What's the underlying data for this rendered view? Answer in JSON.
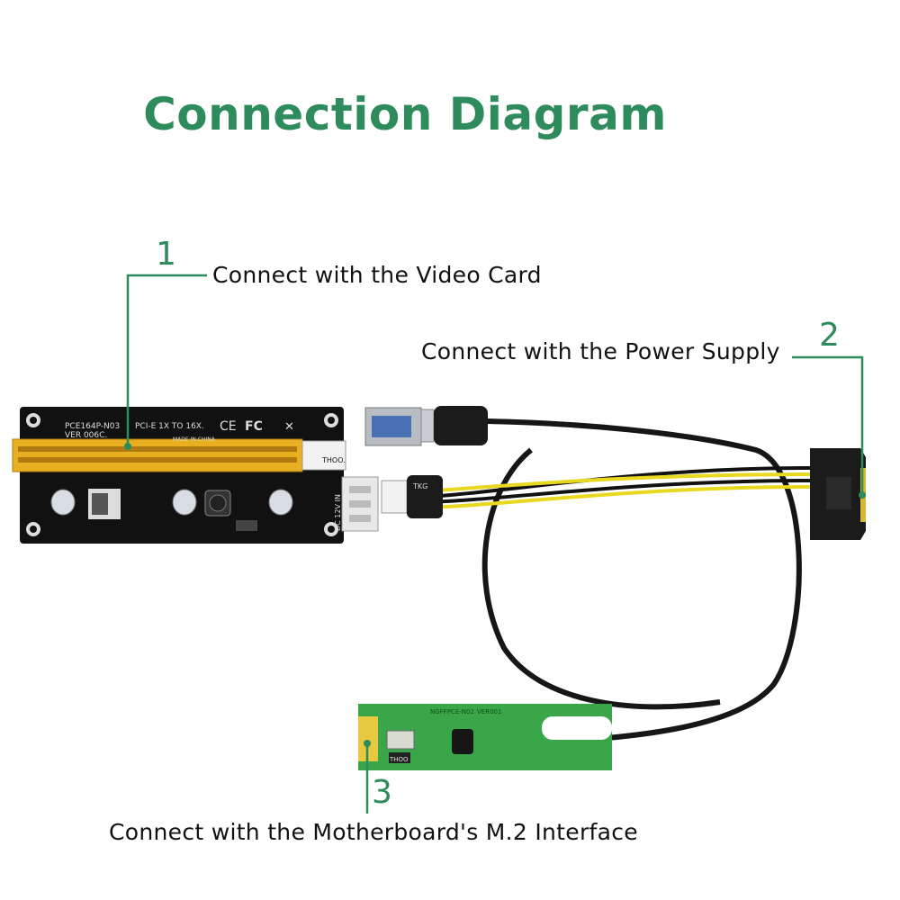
{
  "title": "Connection Diagram",
  "callouts": [
    {
      "number": "1",
      "label": "Connect with the Video Card"
    },
    {
      "number": "2",
      "label": "Connect with the Power Supply"
    },
    {
      "number": "3",
      "label": "Connect with the Motherboard's M.2 Interface"
    }
  ],
  "riser_board": {
    "model": "PCE164P-N03",
    "version": "VER 006C.",
    "slot": "PCI-E 1X TO 16X.",
    "ce_mark": "CE",
    "fc_mark": "FC",
    "made_in": "MADE IN CHINA",
    "power_label": "DC 12V IN",
    "brand": "THOO."
  },
  "m2_board": {
    "model": "NGFFPCE-N02",
    "version": "VER001",
    "brand": "THOO"
  },
  "connector_label": "TKG",
  "colors": {
    "accent": "#2e8b5b",
    "board": "#111111",
    "slot": "#e8b020",
    "m2_board": "#3aa64a",
    "cable": "#161616",
    "wire_yellow": "#e8d820"
  }
}
